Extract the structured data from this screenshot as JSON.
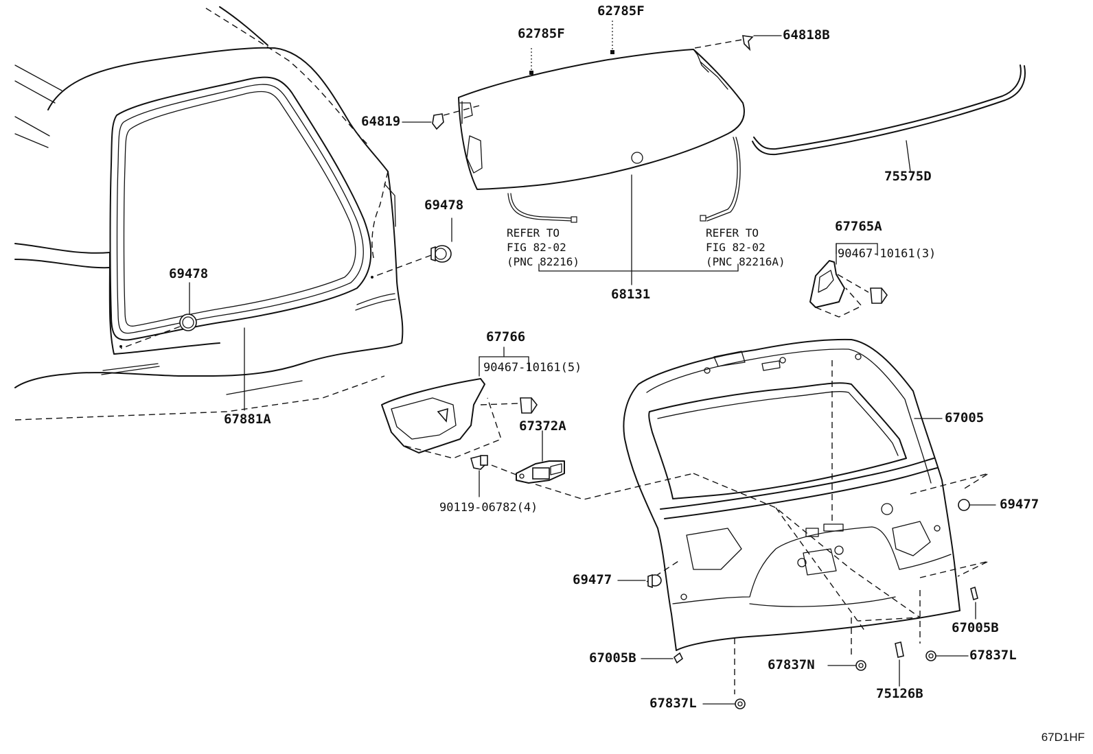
{
  "diagram_code": "67D1HF",
  "labels": {
    "p62785F_a": "62785F",
    "p62785F_b": "62785F",
    "p64818B": "64818B",
    "p64819": "64819",
    "p75575D": "75575D",
    "p69478_a": "69478",
    "p69478_b": "69478",
    "p67881A": "67881A",
    "p68131": "68131",
    "p67765A": "67765A",
    "p90467_3": "90467-10161(3)",
    "p67766": "67766",
    "p90467_5": "90467-10161(5)",
    "p67372A": "67372A",
    "p90119": "90119-06782(4)",
    "p67005": "67005",
    "p69477_a": "69477",
    "p69477_b": "69477",
    "p67005B_a": "67005B",
    "p67005B_b": "67005B",
    "p67837N": "67837N",
    "p67837L_a": "67837L",
    "p67837L_b": "67837L",
    "p75126B": "75126B"
  },
  "refs": {
    "left": {
      "line1": "REFER TO",
      "line2": "FIG 82-02",
      "line3": "(PNC 82216)"
    },
    "right": {
      "line1": "REFER TO",
      "line2": "FIG 82-02",
      "line3": "(PNC 82216A)"
    }
  }
}
